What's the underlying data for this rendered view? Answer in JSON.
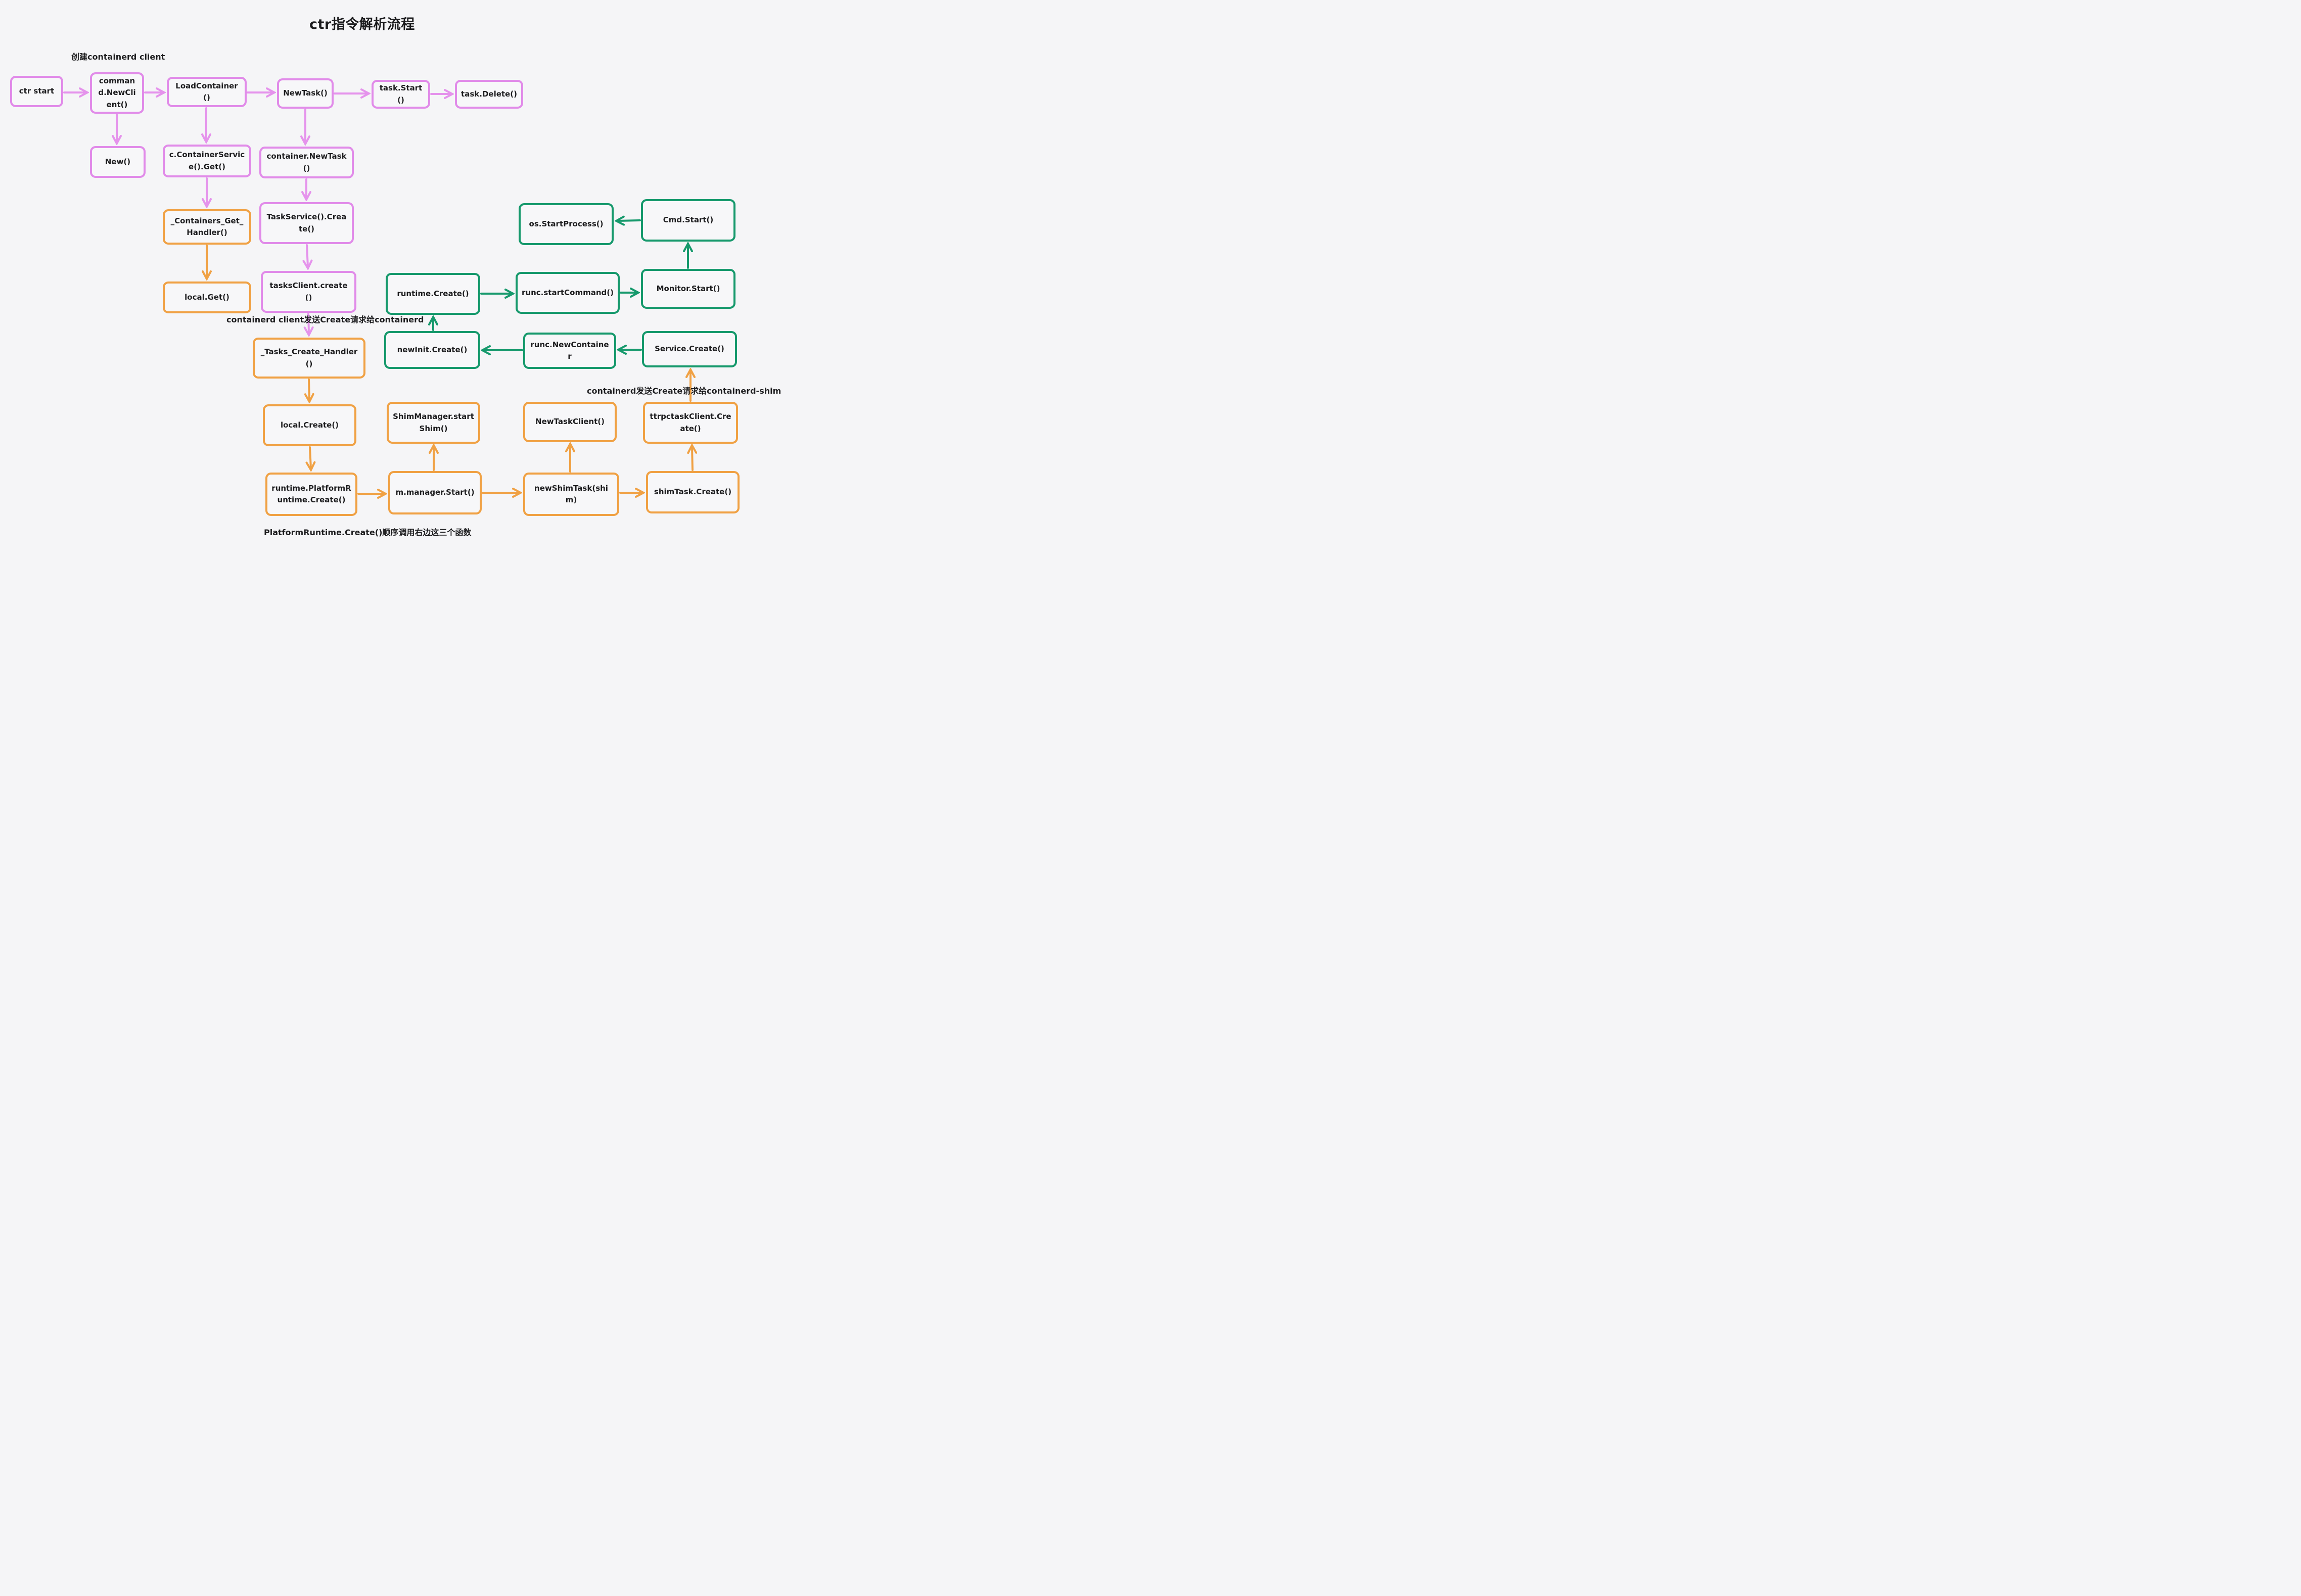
{
  "title": "ctr指令解析流程",
  "annotations": {
    "create_client": "创建containerd client",
    "client_send_create": "containerd client发送Create请求给containerd",
    "containerd_send_create": "containerd发送Create请求给containerd-shim",
    "platform_runtime_note": "PlatformRuntime.Create()顺序调用右边这三个函数"
  },
  "colors": {
    "pink": "#e18be9",
    "orange": "#f0a144",
    "green": "#16996c",
    "text": "#1d1d1f",
    "background": "#f5f5f7"
  },
  "nodes": {
    "ctr_start": {
      "label": "ctr start",
      "group": "pink"
    },
    "command_newclient": {
      "label": "command.NewClient()",
      "group": "pink"
    },
    "load_container": {
      "label": "LoadContainer()",
      "group": "pink"
    },
    "new_task": {
      "label": "NewTask()",
      "group": "pink"
    },
    "task_start": {
      "label": "task.Start()",
      "group": "pink"
    },
    "task_delete": {
      "label": "task.Delete()",
      "group": "pink"
    },
    "new": {
      "label": "New()",
      "group": "pink"
    },
    "c_container_service_get": {
      "label": "c.ContainerService().Get()",
      "group": "pink"
    },
    "container_newtask": {
      "label": "container.NewTask()",
      "group": "pink"
    },
    "taskservice_create": {
      "label": "TaskService().Create()",
      "group": "pink"
    },
    "tasksclient_create": {
      "label": "tasksClient.create()",
      "group": "pink"
    },
    "containers_get_handler": {
      "label": "_Containers_Get_Handler()",
      "group": "orange"
    },
    "local_get": {
      "label": "local.Get()",
      "group": "orange"
    },
    "tasks_create_handler": {
      "label": "_Tasks_Create_Handler()",
      "group": "orange"
    },
    "local_create": {
      "label": "local.Create()",
      "group": "orange"
    },
    "shim_manager_startshim": {
      "label": "ShimManager.startShim()",
      "group": "orange"
    },
    "new_taskclient": {
      "label": "NewTaskClient()",
      "group": "orange"
    },
    "ttrpctaskclient_create": {
      "label": "ttrpctaskClient.Create()",
      "group": "orange"
    },
    "runtime_platform_create": {
      "label": "runtime.PlatformRuntime.Create()",
      "group": "orange"
    },
    "m_manager_start": {
      "label": "m.manager.Start()",
      "group": "orange"
    },
    "new_shimtask": {
      "label": "newShimTask(shim)",
      "group": "orange"
    },
    "shimtask_create": {
      "label": "shimTask.Create()",
      "group": "orange"
    },
    "os_startprocess": {
      "label": "os.StartProcess()",
      "group": "green"
    },
    "cmd_start": {
      "label": "Cmd.Start()",
      "group": "green"
    },
    "runtime_create": {
      "label": "runtime.Create()",
      "group": "green"
    },
    "runc_startcommand": {
      "label": "runc.startCommand()",
      "group": "green"
    },
    "monitor_start": {
      "label": "Monitor.Start()",
      "group": "green"
    },
    "newinit_create": {
      "label": "newInit.Create()",
      "group": "green"
    },
    "runc_newcontainer": {
      "label": "runc.NewContainer",
      "group": "green"
    },
    "service_create": {
      "label": "Service.Create()",
      "group": "green"
    }
  },
  "edges": [
    {
      "from": "ctr_start",
      "to": "command_newclient",
      "color": "pink"
    },
    {
      "from": "command_newclient",
      "to": "load_container",
      "color": "pink"
    },
    {
      "from": "load_container",
      "to": "new_task",
      "color": "pink"
    },
    {
      "from": "new_task",
      "to": "task_start",
      "color": "pink"
    },
    {
      "from": "task_start",
      "to": "task_delete",
      "color": "pink"
    },
    {
      "from": "command_newclient",
      "to": "new",
      "color": "pink"
    },
    {
      "from": "load_container",
      "to": "c_container_service_get",
      "color": "pink"
    },
    {
      "from": "new_task",
      "to": "container_newtask",
      "color": "pink"
    },
    {
      "from": "c_container_service_get",
      "to": "containers_get_handler",
      "color": "pink"
    },
    {
      "from": "container_newtask",
      "to": "taskservice_create",
      "color": "pink"
    },
    {
      "from": "taskservice_create",
      "to": "tasksclient_create",
      "color": "pink"
    },
    {
      "from": "tasksclient_create",
      "to": "tasks_create_handler",
      "color": "pink"
    },
    {
      "from": "containers_get_handler",
      "to": "local_get",
      "color": "orange"
    },
    {
      "from": "tasks_create_handler",
      "to": "local_create",
      "color": "orange"
    },
    {
      "from": "local_create",
      "to": "runtime_platform_create",
      "color": "orange"
    },
    {
      "from": "runtime_platform_create",
      "to": "m_manager_start",
      "color": "orange"
    },
    {
      "from": "m_manager_start",
      "to": "new_shimtask",
      "color": "orange"
    },
    {
      "from": "new_shimtask",
      "to": "shimtask_create",
      "color": "orange"
    },
    {
      "from": "m_manager_start",
      "to": "shim_manager_startshim",
      "color": "orange"
    },
    {
      "from": "new_shimtask",
      "to": "new_taskclient",
      "color": "orange"
    },
    {
      "from": "shimtask_create",
      "to": "ttrpctaskclient_create",
      "color": "orange"
    },
    {
      "from": "ttrpctaskclient_create",
      "to": "service_create",
      "color": "orange"
    },
    {
      "from": "service_create",
      "to": "runc_newcontainer",
      "color": "green"
    },
    {
      "from": "runc_newcontainer",
      "to": "newinit_create",
      "color": "green"
    },
    {
      "from": "newinit_create",
      "to": "runtime_create",
      "color": "green"
    },
    {
      "from": "runtime_create",
      "to": "runc_startcommand",
      "color": "green"
    },
    {
      "from": "runc_startcommand",
      "to": "monitor_start",
      "color": "green"
    },
    {
      "from": "monitor_start",
      "to": "cmd_start",
      "color": "green"
    },
    {
      "from": "cmd_start",
      "to": "os_startprocess",
      "color": "green"
    }
  ]
}
